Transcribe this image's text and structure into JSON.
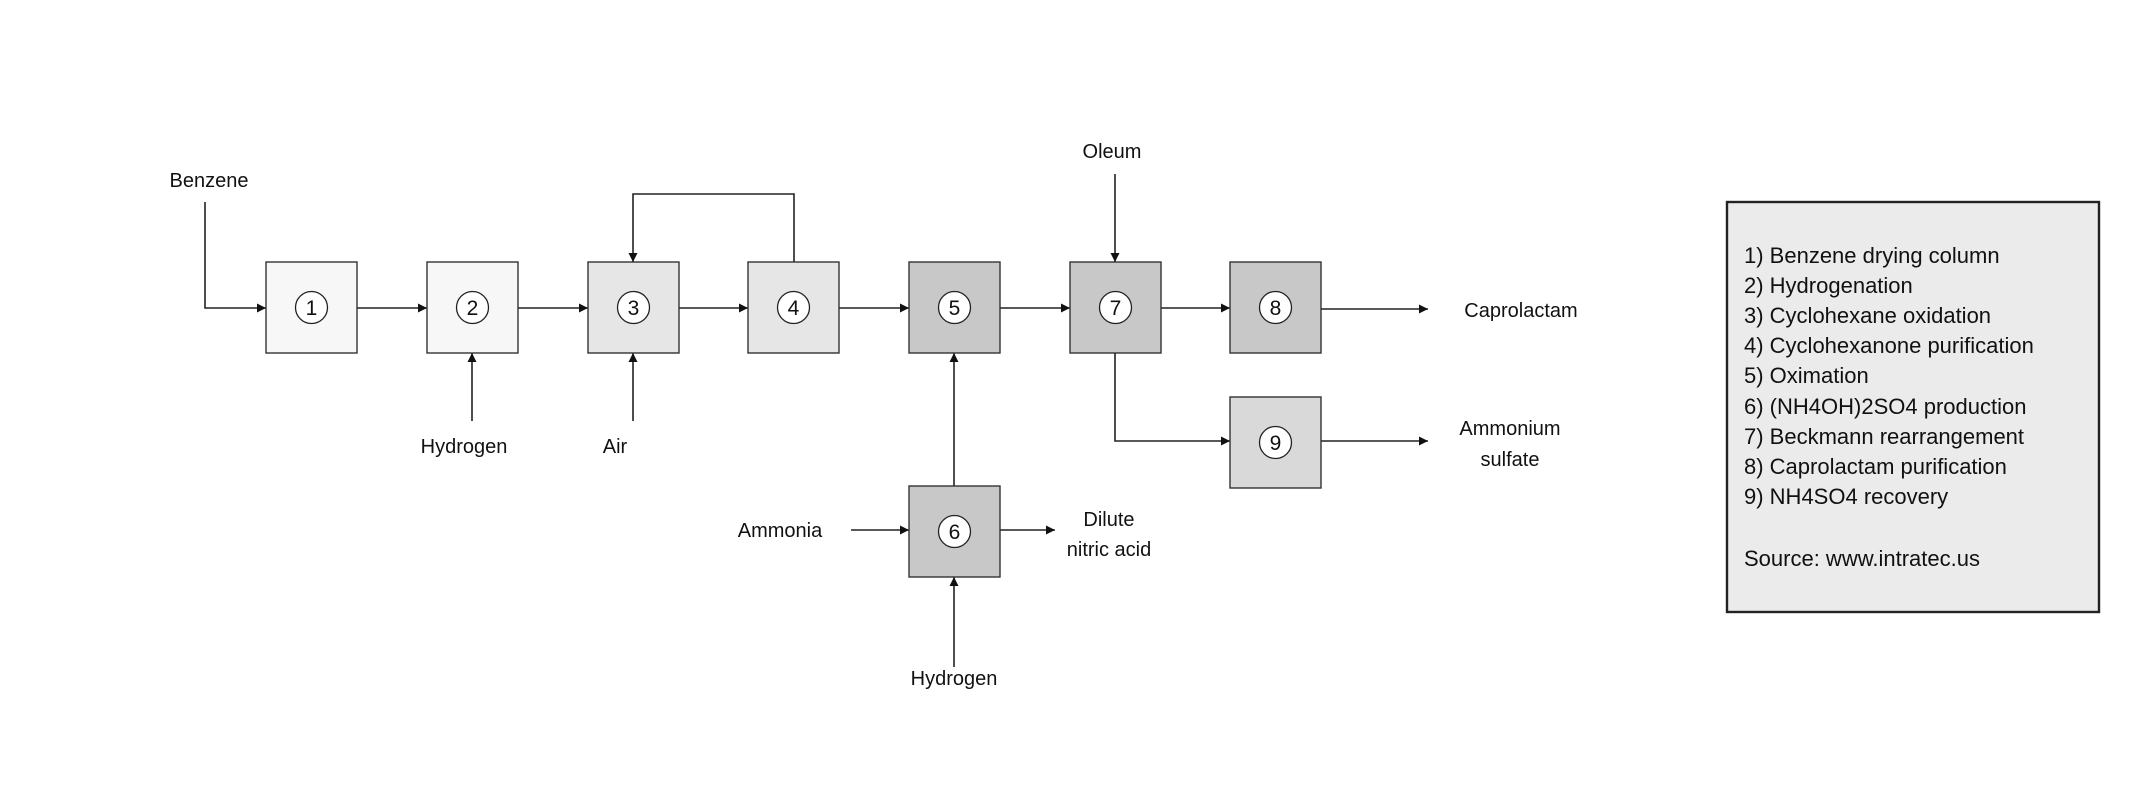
{
  "units": [
    {
      "number": "1",
      "fill": "#f7f7f7"
    },
    {
      "number": "2",
      "fill": "#f7f7f7"
    },
    {
      "number": "3",
      "fill": "#e6e6e6"
    },
    {
      "number": "4",
      "fill": "#e6e6e6"
    },
    {
      "number": "5",
      "fill": "#c8c8c8"
    },
    {
      "number": "6",
      "fill": "#c8c8c8"
    },
    {
      "number": "7",
      "fill": "#c8c8c8"
    },
    {
      "number": "8",
      "fill": "#c8c8c8"
    },
    {
      "number": "9",
      "fill": "#d9d9d9"
    }
  ],
  "streams": {
    "benzene": "Benzene",
    "hydrogen_1": "Hydrogen",
    "air": "Air",
    "oleum": "Oleum",
    "caprolactam": "Caprolactam",
    "ammonium_sulfate": [
      "Ammonium",
      "sulfate"
    ],
    "ammonia": "Ammonia",
    "dilute_nitric_acid": [
      "Dilute",
      "nitric acid"
    ],
    "hydrogen_2": "Hydrogen"
  },
  "legend": {
    "items": [
      "1) Benzene drying column",
      "2) Hydrogenation",
      "3) Cyclohexane oxidation",
      "4) Cyclohexanone purification",
      "5) Oximation",
      "6) (NH4OH)2SO4 production",
      "7) Beckmann rearrangement",
      "8) Caprolactam purification",
      "9) NH4SO4 recovery"
    ],
    "source": "Source: www.intratec.us",
    "fill": "#ebebeb"
  }
}
